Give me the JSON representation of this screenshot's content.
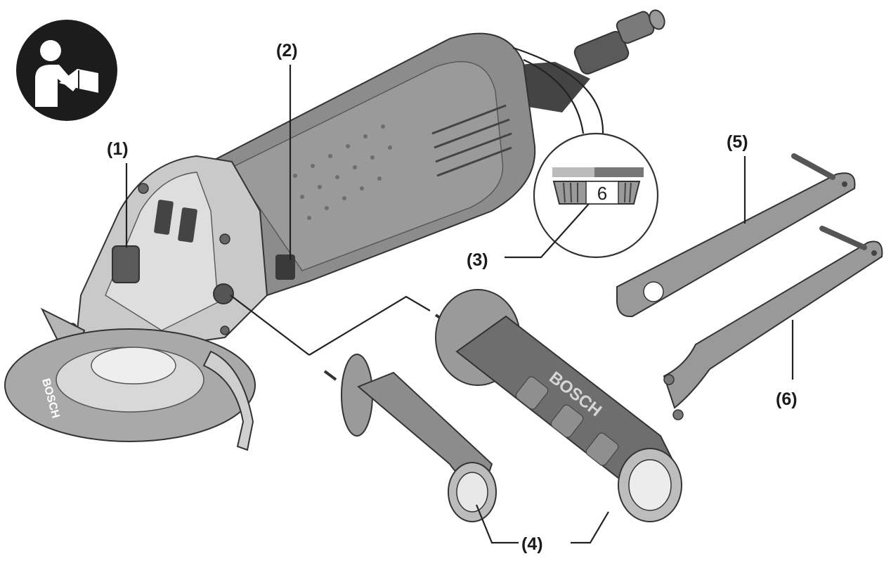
{
  "figure": {
    "callouts": [
      {
        "id": "1",
        "label": "(1)"
      },
      {
        "id": "2",
        "label": "(2)"
      },
      {
        "id": "3",
        "label": "(3)"
      },
      {
        "id": "4",
        "label": "(4)"
      },
      {
        "id": "5",
        "label": "(5)"
      },
      {
        "id": "6",
        "label": "(6)"
      }
    ],
    "dial_value": "6",
    "brand_marks": [
      "BOSCH",
      "BOSCH"
    ],
    "icon": "read-manual-icon",
    "colors": {
      "body_gray": "#8c8c8c",
      "dark_gray": "#555555",
      "light_gray": "#cfcfcf",
      "disc_gray": "#a9a9a9",
      "icon_black": "#1c1c1c"
    }
  }
}
